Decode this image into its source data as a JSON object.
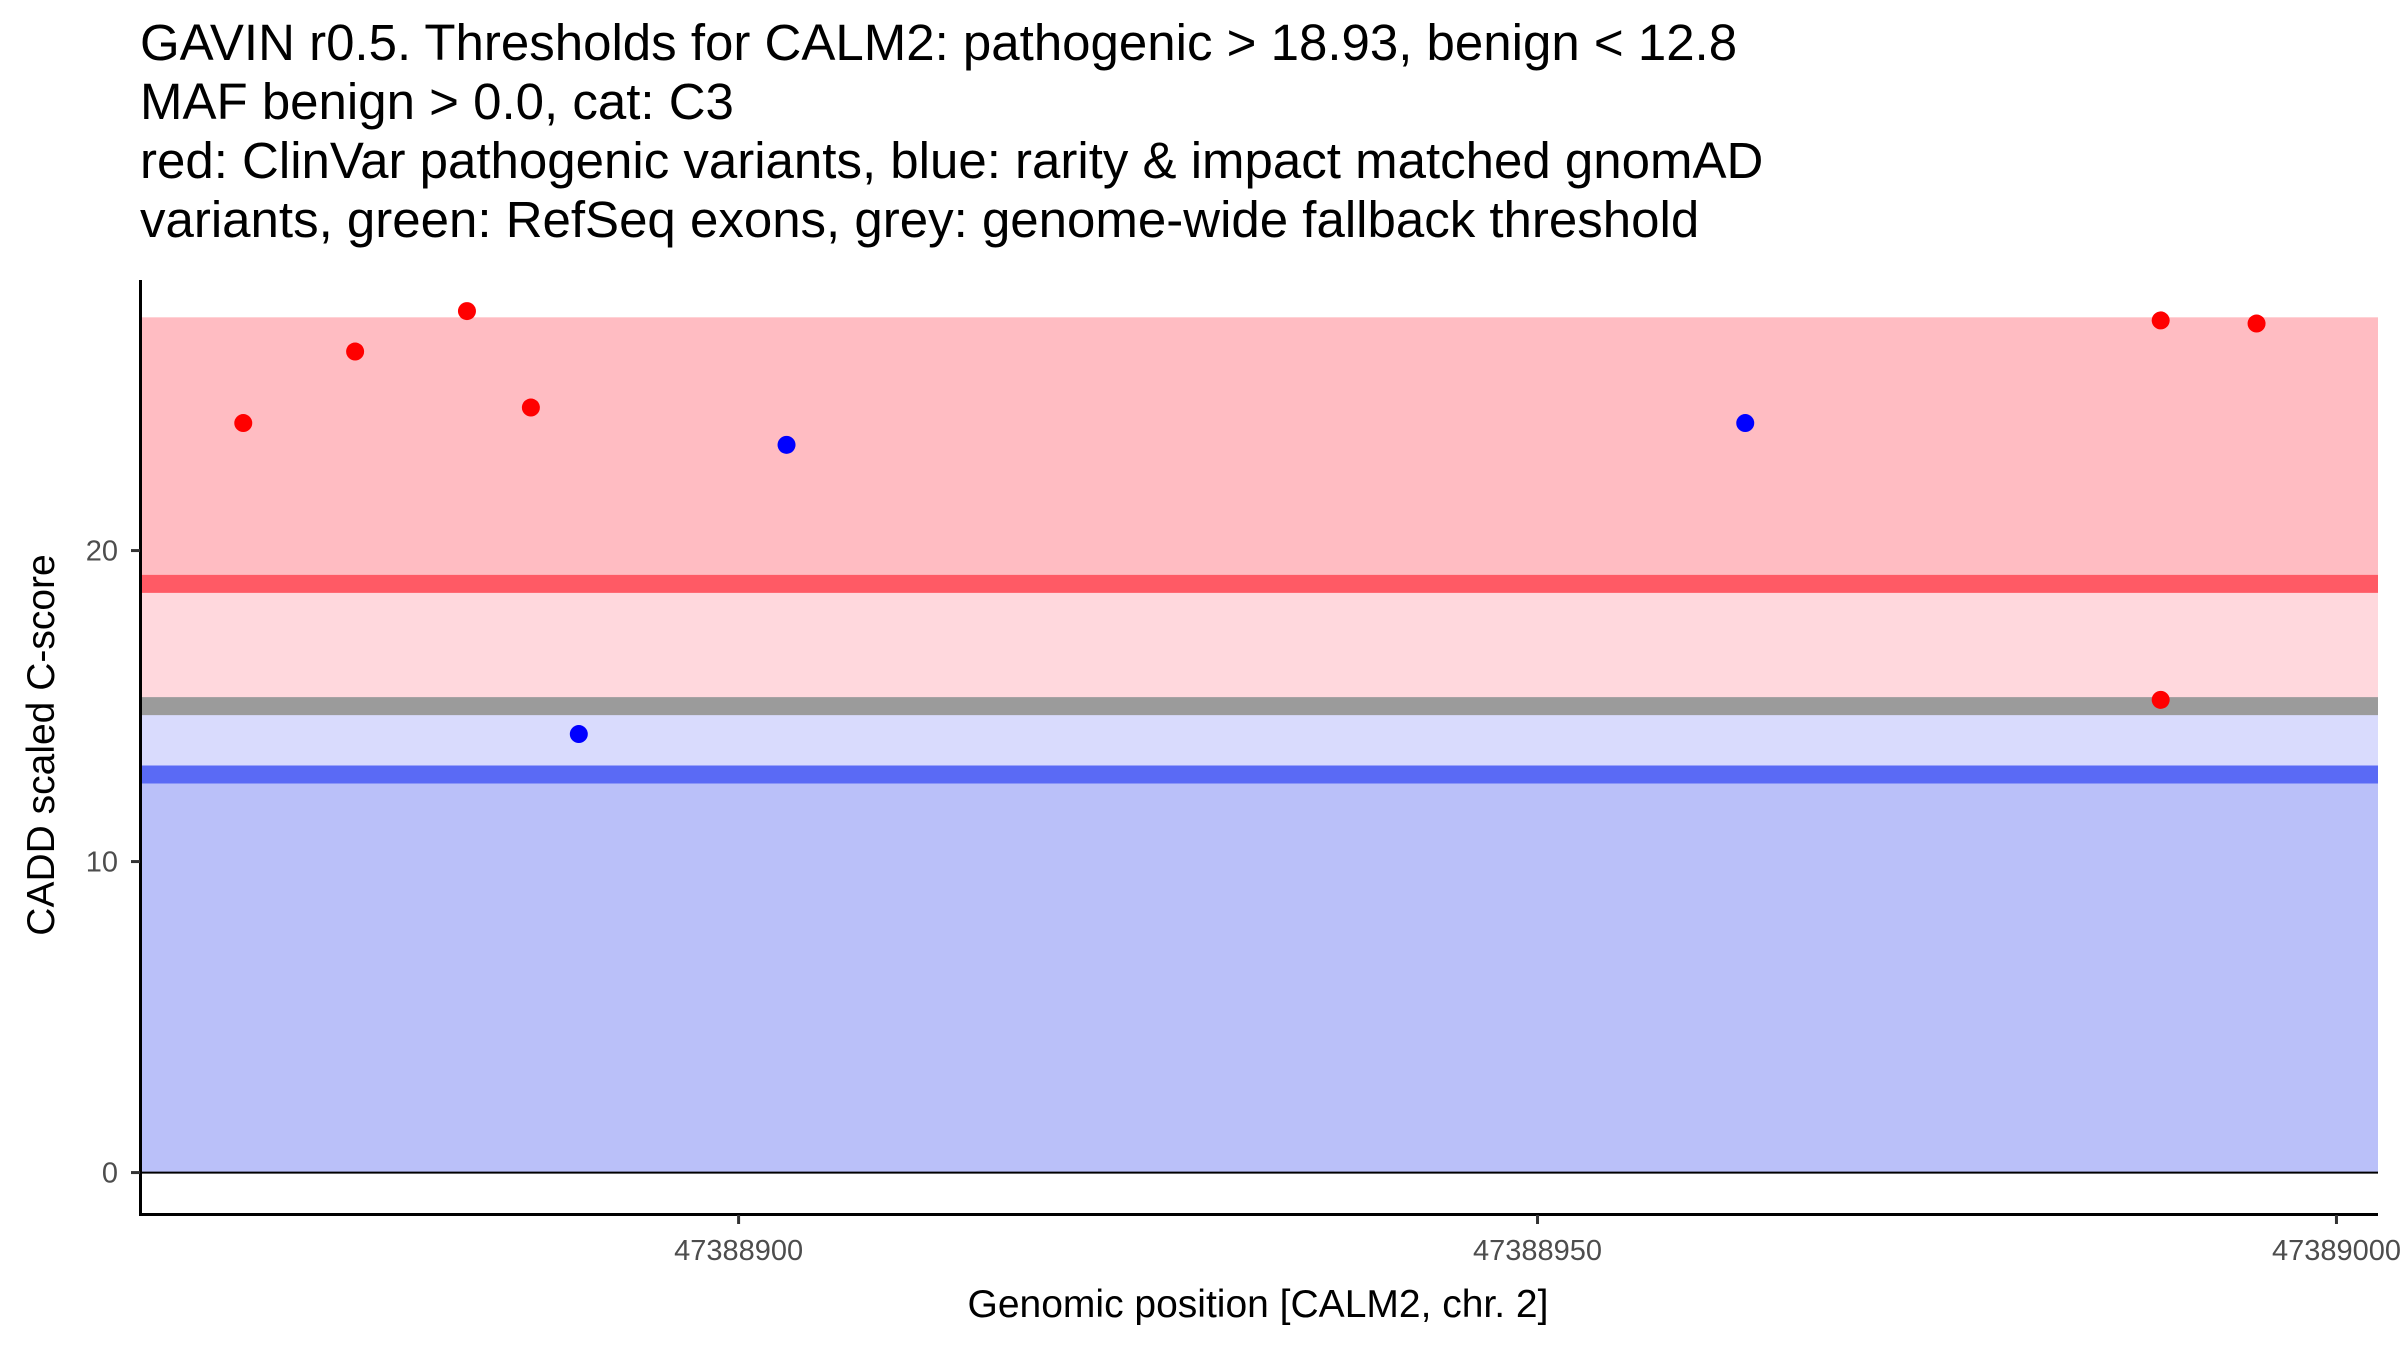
{
  "chart_data": {
    "type": "scatter",
    "title_lines": [
      "GAVIN r0.5. Thresholds for CALM2: pathogenic > 18.93, benign < 12.8",
      "MAF benign > 0.0, cat: C3",
      "red: ClinVar pathogenic variants, blue: rarity & impact matched gnomAD",
      "variants, green: RefSeq exons, grey: genome-wide fallback threshold"
    ],
    "xlabel": "Genomic position [CALM2, chr. 2]",
    "ylabel": "CADD scaled C-score",
    "xlim": [
      47388862.6,
      47389002.6
    ],
    "ylim": [
      -1.3,
      28.7
    ],
    "x_ticks": [
      {
        "value": 47388900,
        "label": "47388900"
      },
      {
        "value": 47388950,
        "label": "47388950"
      },
      {
        "value": 47389000,
        "label": "47389000"
      }
    ],
    "y_ticks": [
      {
        "value": 0,
        "label": "0"
      },
      {
        "value": 10,
        "label": "10"
      },
      {
        "value": 20,
        "label": "20"
      }
    ],
    "grid": false,
    "legend": "none",
    "shaded_regions": [
      {
        "name": "pathogenic-region",
        "y0": 18.93,
        "y1": 27.5,
        "color": "#ffbcc2"
      },
      {
        "name": "intermediate-pathogenic-region",
        "y0": 15.0,
        "y1": 18.93,
        "color": "#ffd8dd"
      },
      {
        "name": "intermediate-benign-region",
        "y0": 12.8,
        "y1": 15.0,
        "color": "#d9dbfd"
      },
      {
        "name": "benign-region",
        "y0": 0,
        "y1": 12.8,
        "color": "#bac0f9"
      }
    ],
    "threshold_lines": [
      {
        "name": "pathogenic-threshold",
        "y": 18.93,
        "color": "#ff5a65"
      },
      {
        "name": "fallback-threshold",
        "y": 15.0,
        "color": "#9b9b9b"
      },
      {
        "name": "benign-threshold",
        "y": 12.8,
        "color": "#5a6af5"
      }
    ],
    "series": [
      {
        "color": "#ff0000",
        "points": [
          {
            "x": 47388869,
            "y": 24.1
          },
          {
            "x": 47388876,
            "y": 26.4
          },
          {
            "x": 47388883,
            "y": 27.7
          },
          {
            "x": 47388887,
            "y": 24.6
          },
          {
            "x": 47388989,
            "y": 27.4
          },
          {
            "x": 47388995,
            "y": 27.3
          },
          {
            "x": 47388989,
            "y": 15.2
          }
        ]
      },
      {
        "color": "#0000ff",
        "points": [
          {
            "x": 47388890,
            "y": 14.1
          },
          {
            "x": 47388903,
            "y": 23.4
          },
          {
            "x": 47388963,
            "y": 24.1
          }
        ]
      }
    ]
  }
}
